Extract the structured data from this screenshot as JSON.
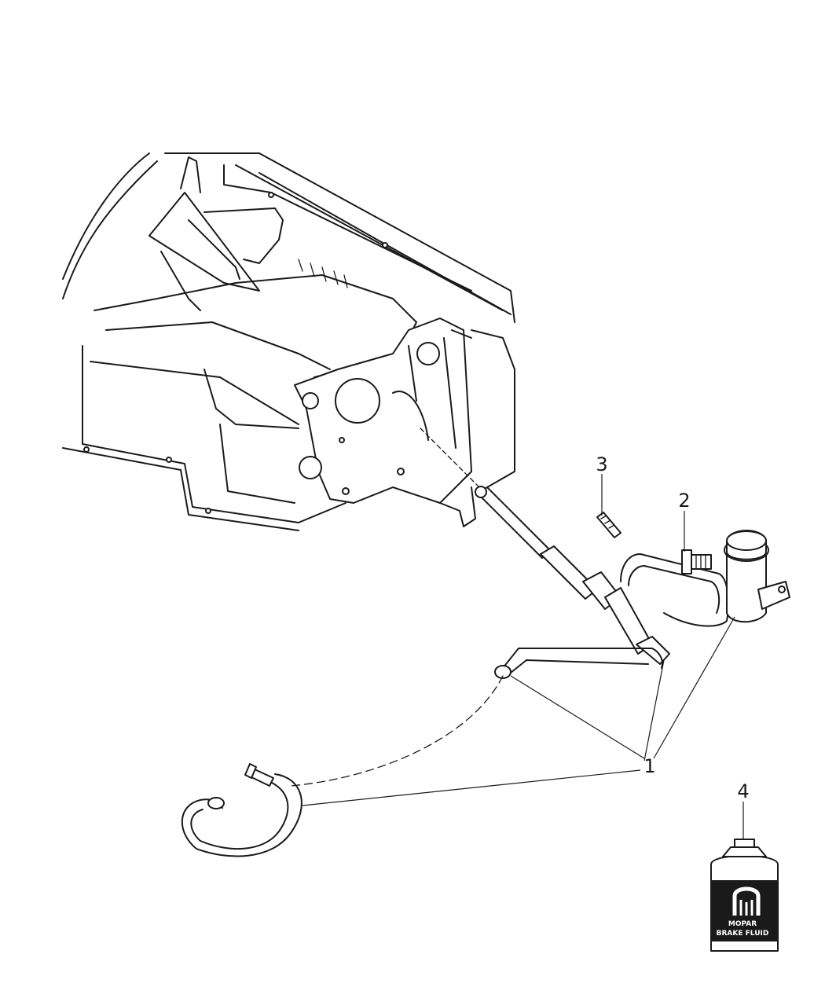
{
  "callouts": [
    {
      "id": "1",
      "label": "1"
    },
    {
      "id": "2",
      "label": "2"
    },
    {
      "id": "3",
      "label": "3"
    },
    {
      "id": "4",
      "label": "4"
    }
  ],
  "bottle": {
    "brand": "MOPAR",
    "product": "BRAKE FLUID"
  }
}
